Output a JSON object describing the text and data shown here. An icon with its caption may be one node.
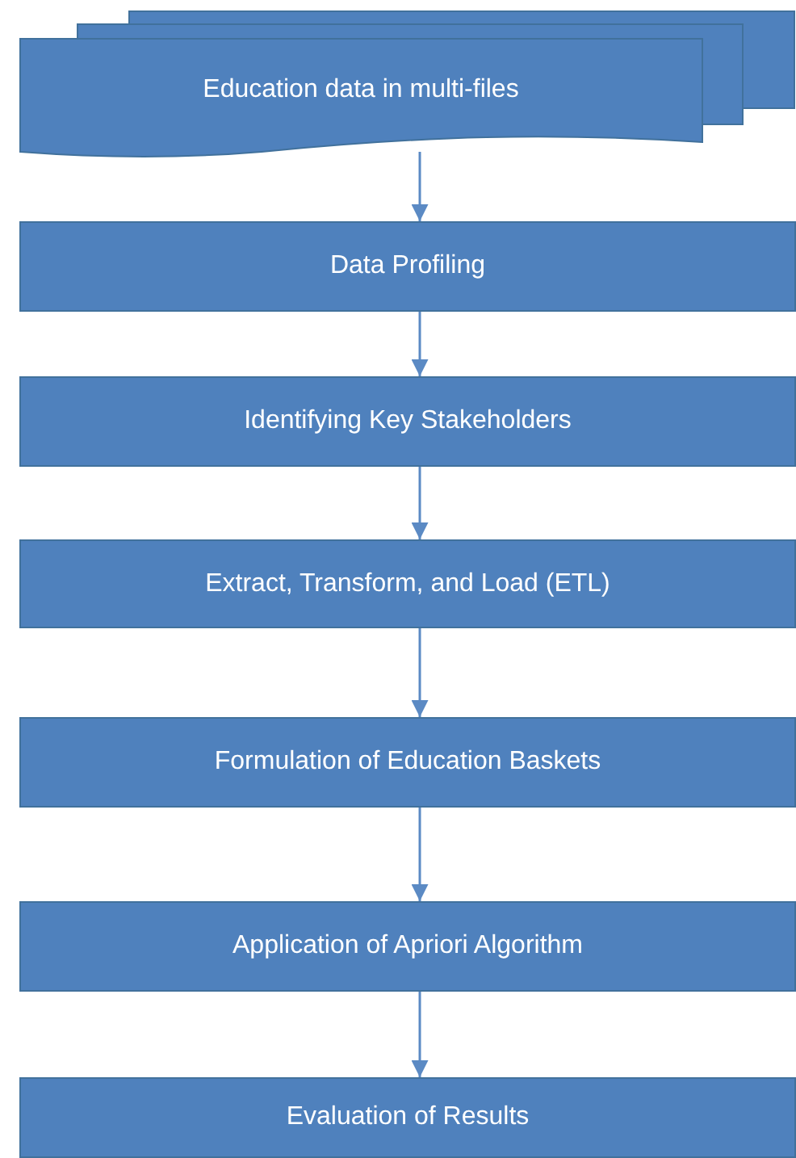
{
  "diagram": {
    "nodes": [
      {
        "text": [
          "Education data in multi-files"
        ]
      },
      {
        "text": [
          "Data Profiling"
        ]
      },
      {
        "text": [
          "Identifying Key Stakeholders"
        ]
      },
      {
        "text": [
          "Extract, Transform, and Load (ETL)"
        ]
      },
      {
        "text": [
          "Formulation of Education Baskets"
        ]
      },
      {
        "text": [
          "Application of Apriori Algorithm"
        ]
      },
      {
        "text": [
          "Evaluation of Results"
        ]
      }
    ],
    "edges": [
      {
        "from": 0,
        "to": 1,
        "arrow": "to"
      },
      {
        "from": 1,
        "to": 2,
        "arrow": "to"
      },
      {
        "from": 2,
        "to": 3,
        "arrow": "to"
      },
      {
        "from": 3,
        "to": 4,
        "arrow": "to"
      },
      {
        "from": 4,
        "to": 5,
        "arrow": "to"
      },
      {
        "from": 5,
        "to": 6,
        "arrow": "to"
      }
    ]
  }
}
